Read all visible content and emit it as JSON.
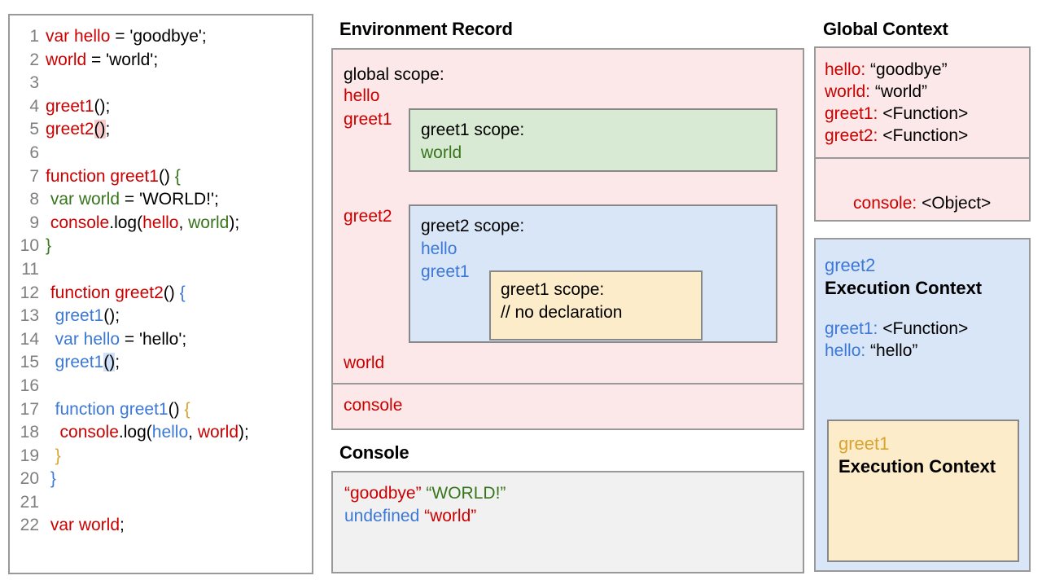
{
  "code_panel": {
    "lines": [
      {
        "n": "1",
        "tokens": [
          {
            "t": "var hello",
            "c": "red"
          },
          {
            "t": " = 'goodbye';",
            "c": "black"
          }
        ]
      },
      {
        "n": "2",
        "tokens": [
          {
            "t": "world",
            "c": "red"
          },
          {
            "t": " = 'world';",
            "c": "black"
          }
        ]
      },
      {
        "n": "3",
        "tokens": []
      },
      {
        "n": "4",
        "tokens": [
          {
            "t": "greet1",
            "c": "red"
          },
          {
            "t": "();",
            "c": "black"
          }
        ]
      },
      {
        "n": "5",
        "tokens": [
          {
            "t": "greet2",
            "c": "red"
          },
          {
            "t": "()",
            "c": "black",
            "hl": "pink"
          },
          {
            "t": ";",
            "c": "black"
          }
        ]
      },
      {
        "n": "6",
        "tokens": []
      },
      {
        "n": "7",
        "tokens": [
          {
            "t": "function greet1",
            "c": "red"
          },
          {
            "t": "() ",
            "c": "black"
          },
          {
            "t": "{",
            "c": "green"
          }
        ]
      },
      {
        "n": "8",
        "tokens": [
          {
            "t": " var world",
            "c": "green"
          },
          {
            "t": " = 'WORLD!';",
            "c": "black"
          }
        ]
      },
      {
        "n": "9",
        "tokens": [
          {
            "t": " ",
            "c": "black"
          },
          {
            "t": "console",
            "c": "red"
          },
          {
            "t": ".log(",
            "c": "black"
          },
          {
            "t": "hello",
            "c": "red"
          },
          {
            "t": ", ",
            "c": "black"
          },
          {
            "t": "world",
            "c": "green"
          },
          {
            "t": ");",
            "c": "black"
          }
        ]
      },
      {
        "n": "10",
        "tokens": [
          {
            "t": "}",
            "c": "green"
          }
        ]
      },
      {
        "n": "11",
        "tokens": []
      },
      {
        "n": "12",
        "tokens": [
          {
            "t": " function greet2",
            "c": "red"
          },
          {
            "t": "() ",
            "c": "black"
          },
          {
            "t": "{",
            "c": "blue"
          }
        ]
      },
      {
        "n": "13",
        "tokens": [
          {
            "t": "  greet1",
            "c": "blue"
          },
          {
            "t": "();",
            "c": "black"
          }
        ]
      },
      {
        "n": "14",
        "tokens": [
          {
            "t": "  var hello",
            "c": "blue"
          },
          {
            "t": " = 'hello';",
            "c": "black"
          }
        ]
      },
      {
        "n": "15",
        "tokens": [
          {
            "t": "  greet1",
            "c": "blue"
          },
          {
            "t": "()",
            "c": "black",
            "hl": "blue"
          },
          {
            "t": ";",
            "c": "black"
          }
        ]
      },
      {
        "n": "16",
        "tokens": []
      },
      {
        "n": "17",
        "tokens": [
          {
            "t": "  function greet1",
            "c": "blue"
          },
          {
            "t": "() ",
            "c": "black"
          },
          {
            "t": "{",
            "c": "gold"
          }
        ]
      },
      {
        "n": "18",
        "tokens": [
          {
            "t": "   ",
            "c": "black"
          },
          {
            "t": "console",
            "c": "red"
          },
          {
            "t": ".log(",
            "c": "black"
          },
          {
            "t": "hello",
            "c": "blue"
          },
          {
            "t": ", ",
            "c": "black"
          },
          {
            "t": "world",
            "c": "red"
          },
          {
            "t": ");",
            "c": "black"
          }
        ]
      },
      {
        "n": "19",
        "tokens": [
          {
            "t": "  }",
            "c": "gold"
          }
        ]
      },
      {
        "n": "20",
        "tokens": [
          {
            "t": " }",
            "c": "blue"
          }
        ]
      },
      {
        "n": "21",
        "tokens": []
      },
      {
        "n": "22",
        "tokens": [
          {
            "t": " var world",
            "c": "red"
          },
          {
            "t": ";",
            "c": "black"
          }
        ]
      }
    ]
  },
  "environment_record": {
    "heading": "Environment Record",
    "global_scope_title": "global scope:",
    "globals": [
      "hello",
      "greet1",
      "greet2",
      "world"
    ],
    "console_entry": "console",
    "greet1_scope": {
      "title": "greet1 scope:",
      "bindings": [
        "world"
      ]
    },
    "greet2_scope": {
      "title": "greet2 scope:",
      "bindings": [
        "hello",
        "greet1"
      ],
      "nested_greet1_scope": {
        "title": "greet1 scope:",
        "note": "// no declaration"
      }
    }
  },
  "console": {
    "heading": "Console",
    "lines": [
      [
        {
          "t": "“goodbye” ",
          "c": "red"
        },
        {
          "t": "“WORLD!”",
          "c": "green"
        }
      ],
      [
        {
          "t": "undefined ",
          "c": "blue"
        },
        {
          "t": "“world”",
          "c": "red"
        }
      ]
    ]
  },
  "global_context": {
    "heading": "Global Context",
    "variables": [
      {
        "key": "hello:",
        "value": " “goodbye”"
      },
      {
        "key": "world:",
        "value": " “world”"
      },
      {
        "key": "greet1:",
        "value": " <Function>"
      },
      {
        "key": "greet2:",
        "value": " <Function>"
      }
    ],
    "console_row": {
      "key": "console:",
      "value": " <Object>"
    }
  },
  "greet2_execution_context": {
    "name": "greet2",
    "title": "Execution Context",
    "variables": [
      {
        "key": "greet1:",
        "value": " <Function>"
      },
      {
        "key": "hello:",
        "value": " “hello”"
      }
    ],
    "greet1_execution_context": {
      "name": "greet1",
      "title": "Execution Context"
    }
  },
  "colors": {
    "red": "#cc0000",
    "green": "#38761d",
    "blue": "#3c78d8",
    "gold": "#d9a330",
    "pink_panel": "#fce8e8",
    "green_panel": "#d8ead3",
    "blue_panel": "#d9e6f7",
    "yellow_panel": "#fcecc9",
    "console_panel": "#f1f1f1",
    "border": "#999999"
  }
}
